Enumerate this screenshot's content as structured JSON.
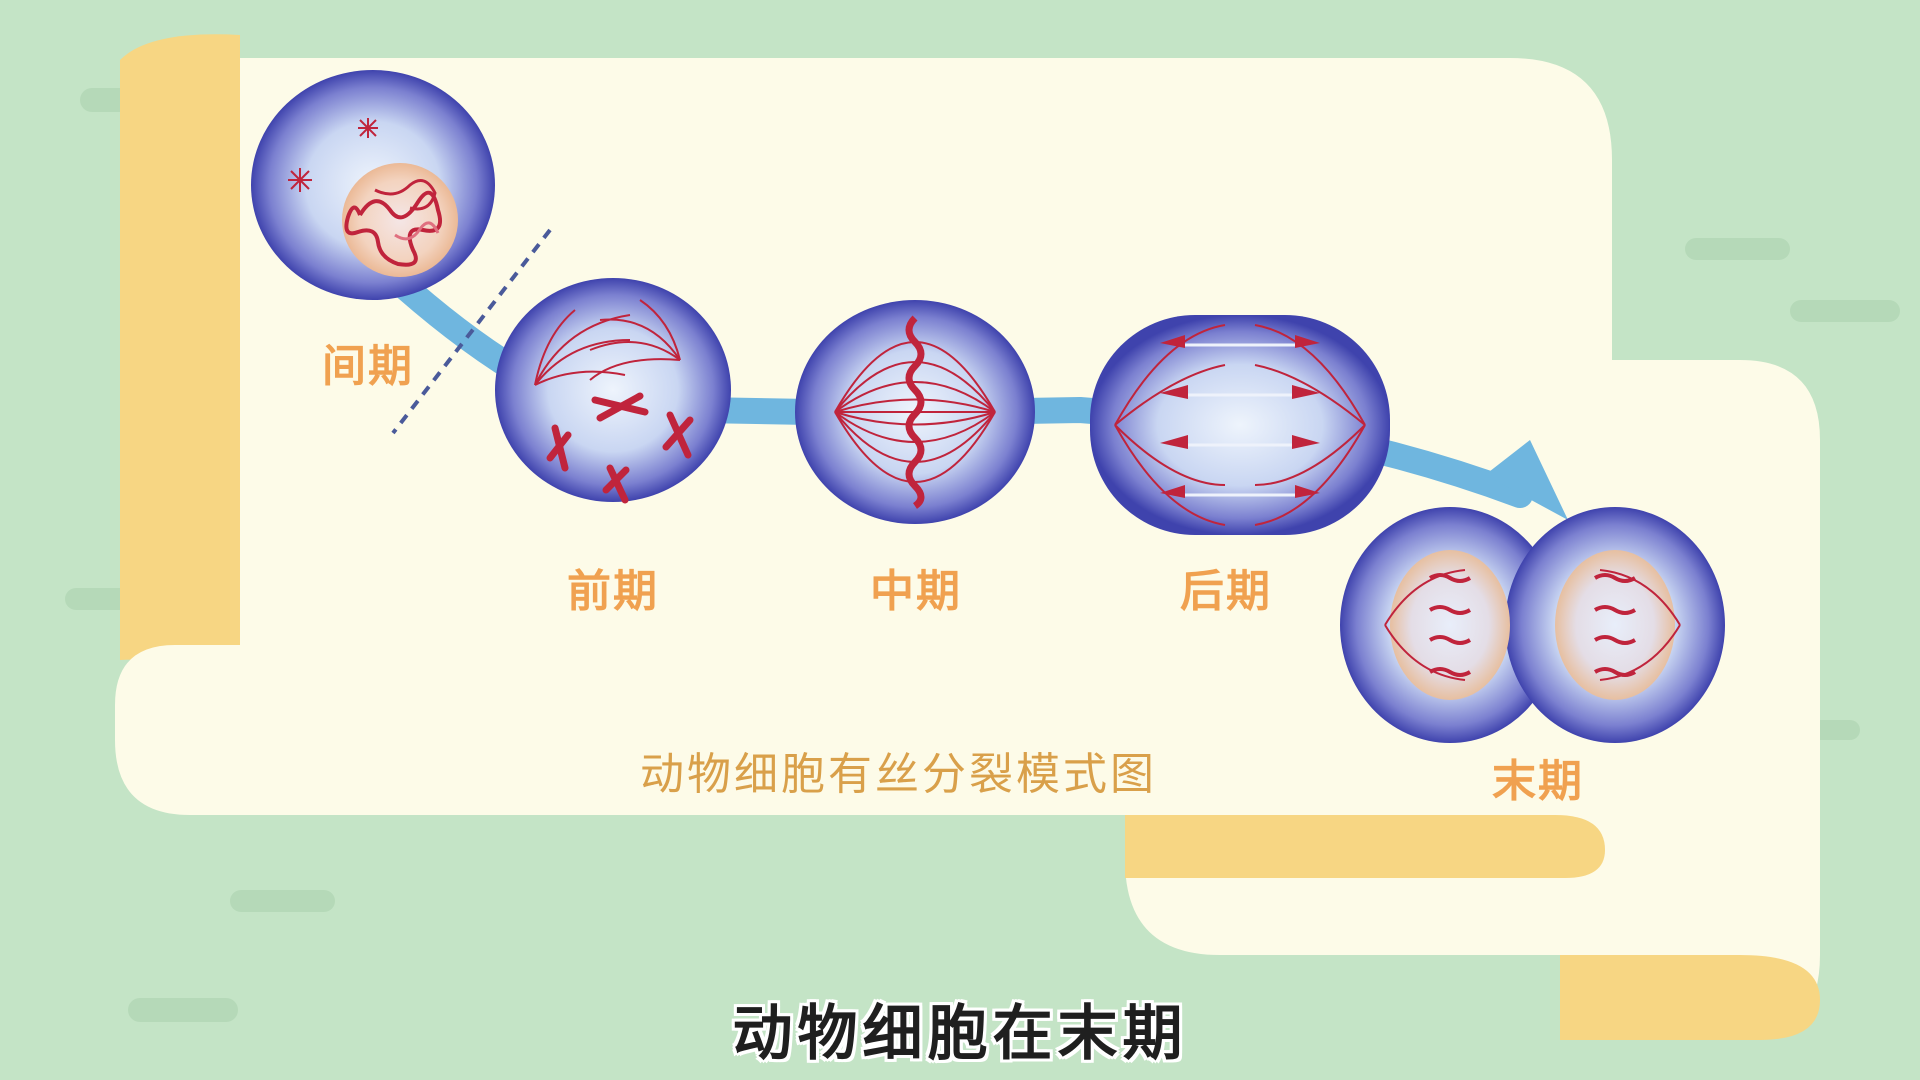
{
  "colors": {
    "background": "#c4e4c6",
    "scroll_paper": "#fdfbe8",
    "scroll_edge": "#f7d683",
    "cell_outer": "#4c4fb8",
    "cell_inner": "#e6f0fb",
    "chromosome": "#c0243c",
    "arrow": "#6fb6df",
    "stage_label": "#f0a150",
    "caption": "#d9a04a"
  },
  "stages": {
    "interphase": "间期",
    "prophase": "前期",
    "metaphase": "中期",
    "anaphase": "后期",
    "telophase": "末期"
  },
  "diagram": {
    "caption": "动物细胞有丝分裂模式图"
  },
  "subtitle": "动物细胞在末期"
}
